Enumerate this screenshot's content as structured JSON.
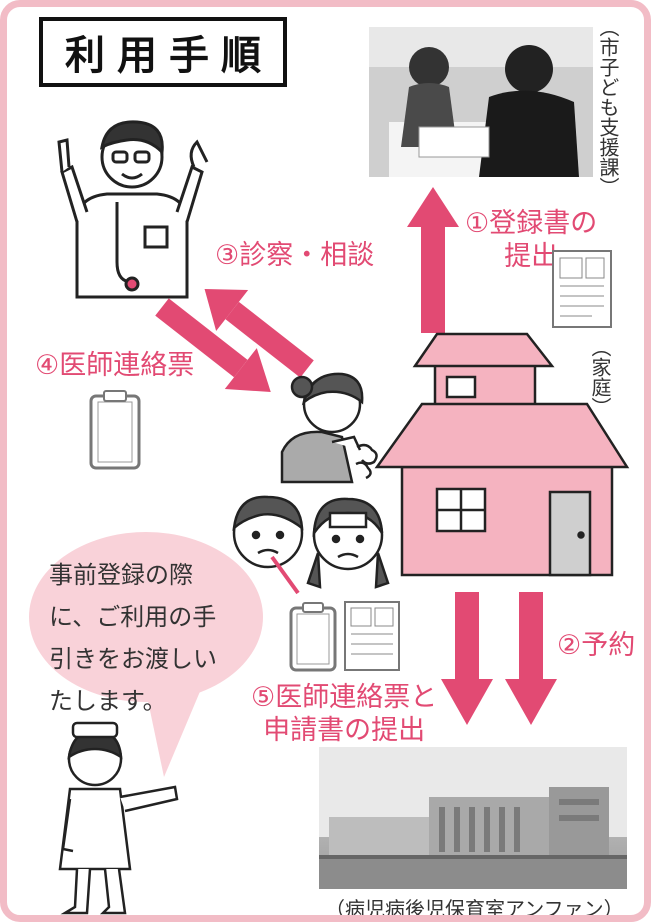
{
  "title": "利用手順",
  "steps": [
    {
      "label": "①登録書の\n提出"
    },
    {
      "label": "②予約"
    },
    {
      "label": "③診察・相談"
    },
    {
      "label": "④医師連絡票"
    },
    {
      "label": "⑤医師連絡票と\n申請書の提出"
    }
  ],
  "labels": {
    "city_office": "（市子ども支援課）",
    "home": "（家庭）",
    "nursery": "（病児病後児保育室アンファン）"
  },
  "bubble": "事前登録の際に、ご利用の手引きをお渡しいたします。",
  "colors": {
    "accent": "#e24a73",
    "border": "#f2bcc6",
    "house": "#f5b3c0",
    "bubble": "#f9d2d9"
  },
  "icons": [
    "doctor-icon",
    "sick-child-icon",
    "children-icon",
    "nurse-icon",
    "clipboard-icon",
    "document-icon",
    "house-icon"
  ]
}
